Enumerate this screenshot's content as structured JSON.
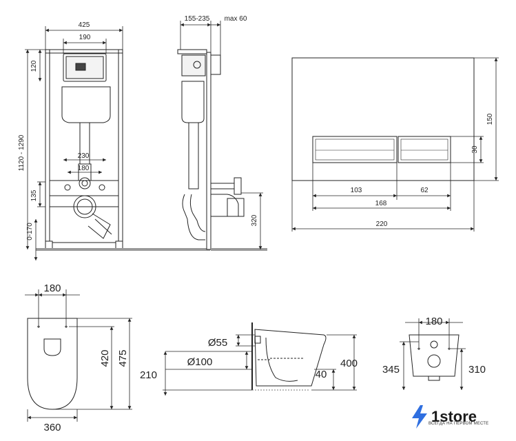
{
  "installation_frame": {
    "width": "425",
    "inner_width": "190",
    "top_offset": "120",
    "height_range": "1120 - 1290",
    "pipe_spacing": "230",
    "bolt_spacing": "180",
    "drain_height": "135",
    "floor_adjust": "0-170"
  },
  "side_view": {
    "depth_range": "155-235",
    "max_depth": "max 60",
    "drain_height": "320"
  },
  "flush_plate": {
    "height": "150",
    "button_height": "30",
    "left_button": "103",
    "right_button": "62",
    "buttons_total": "168",
    "width": "220"
  },
  "toilet_top": {
    "bolt_spacing": "180",
    "inner_length": "420",
    "length": "475",
    "width": "360"
  },
  "toilet_side": {
    "inlet_diameter": "Ø55",
    "outlet_diameter": "Ø100",
    "outlet_height": "210",
    "depth": "40",
    "height": "400"
  },
  "toilet_back": {
    "bolt_spacing": "180",
    "bolt_height": "345",
    "drain_height": "310"
  },
  "brand": {
    "name": "1store",
    "tagline": "ВСЕГДА НА ПЕРВОМ МЕСТЕ",
    "accent_color": "#2f6fe0"
  }
}
